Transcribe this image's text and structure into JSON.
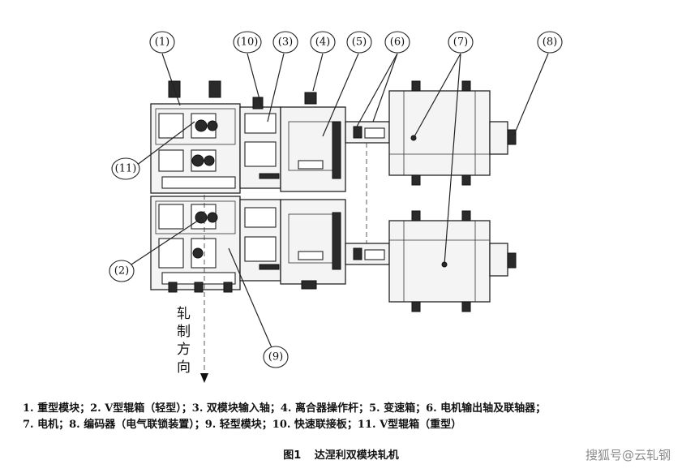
{
  "diagram": {
    "callouts": [
      "(1)",
      "(10)",
      "(3)",
      "(4)",
      "(5)",
      "(6)",
      "(7)",
      "(8)",
      "(11)",
      "(2)",
      "(9)"
    ],
    "direction_label": [
      "轧",
      "制",
      "方",
      "向"
    ]
  },
  "legend": {
    "line1": "1. 重型模块；2. V型辊箱（轻型）；3. 双模块输入轴；4. 离合器操作杆；5. 变速箱；6. 电机输出轴及联轴器；",
    "line2": "7. 电机；8. 编码器（电气联锁装置）；9. 轻型模块；10. 快速联接板；11. V型辊箱（重型）"
  },
  "caption": {
    "figure_no": "图1",
    "title": "达涅利双模块轧机"
  },
  "watermark": "搜狐号@云轧钢"
}
